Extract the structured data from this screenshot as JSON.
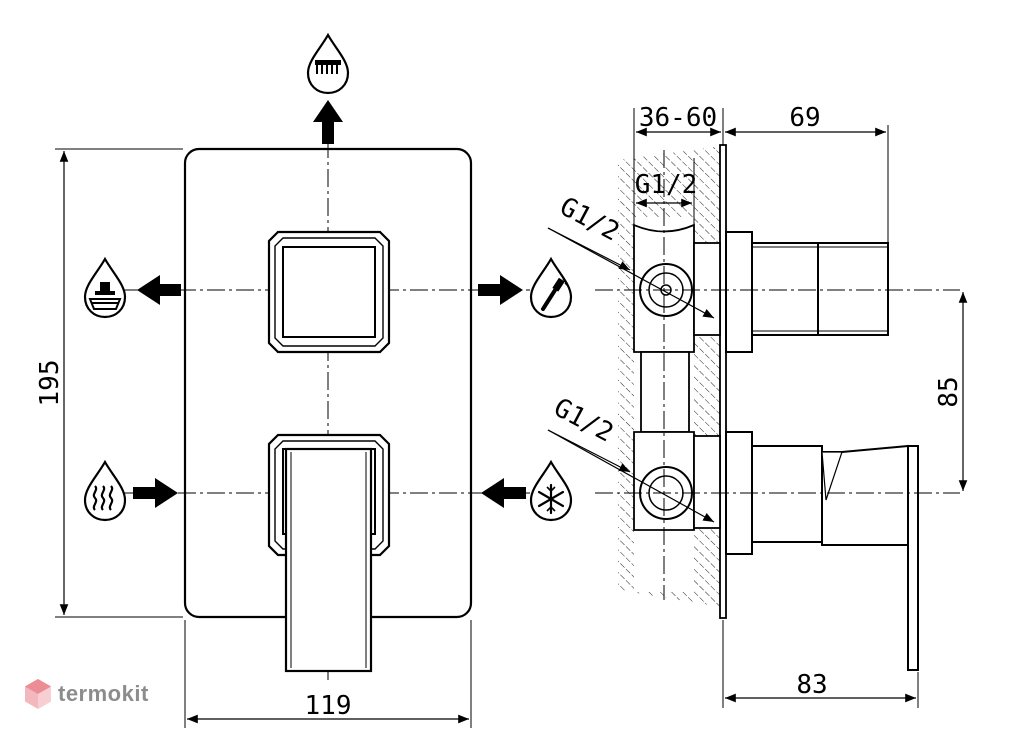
{
  "dimensions": {
    "overall_height": "195",
    "plate_width": "119",
    "depth_range": "36-60",
    "handle_depth": "69",
    "outlet_spacing": "85",
    "total_depth": "83",
    "thread_top_label": "G1/2",
    "thread_side_upper": "G1/2",
    "thread_side_lower": "G1/2"
  },
  "symbols": {
    "top": "overhead-shower-icon",
    "left_upper": "bath-spout-icon",
    "right_upper": "hand-shower-icon",
    "left_lower": "hot-water-icon",
    "right_lower": "cold-water-icon"
  },
  "brand": {
    "name": "termokit",
    "color": "#e8505b"
  }
}
